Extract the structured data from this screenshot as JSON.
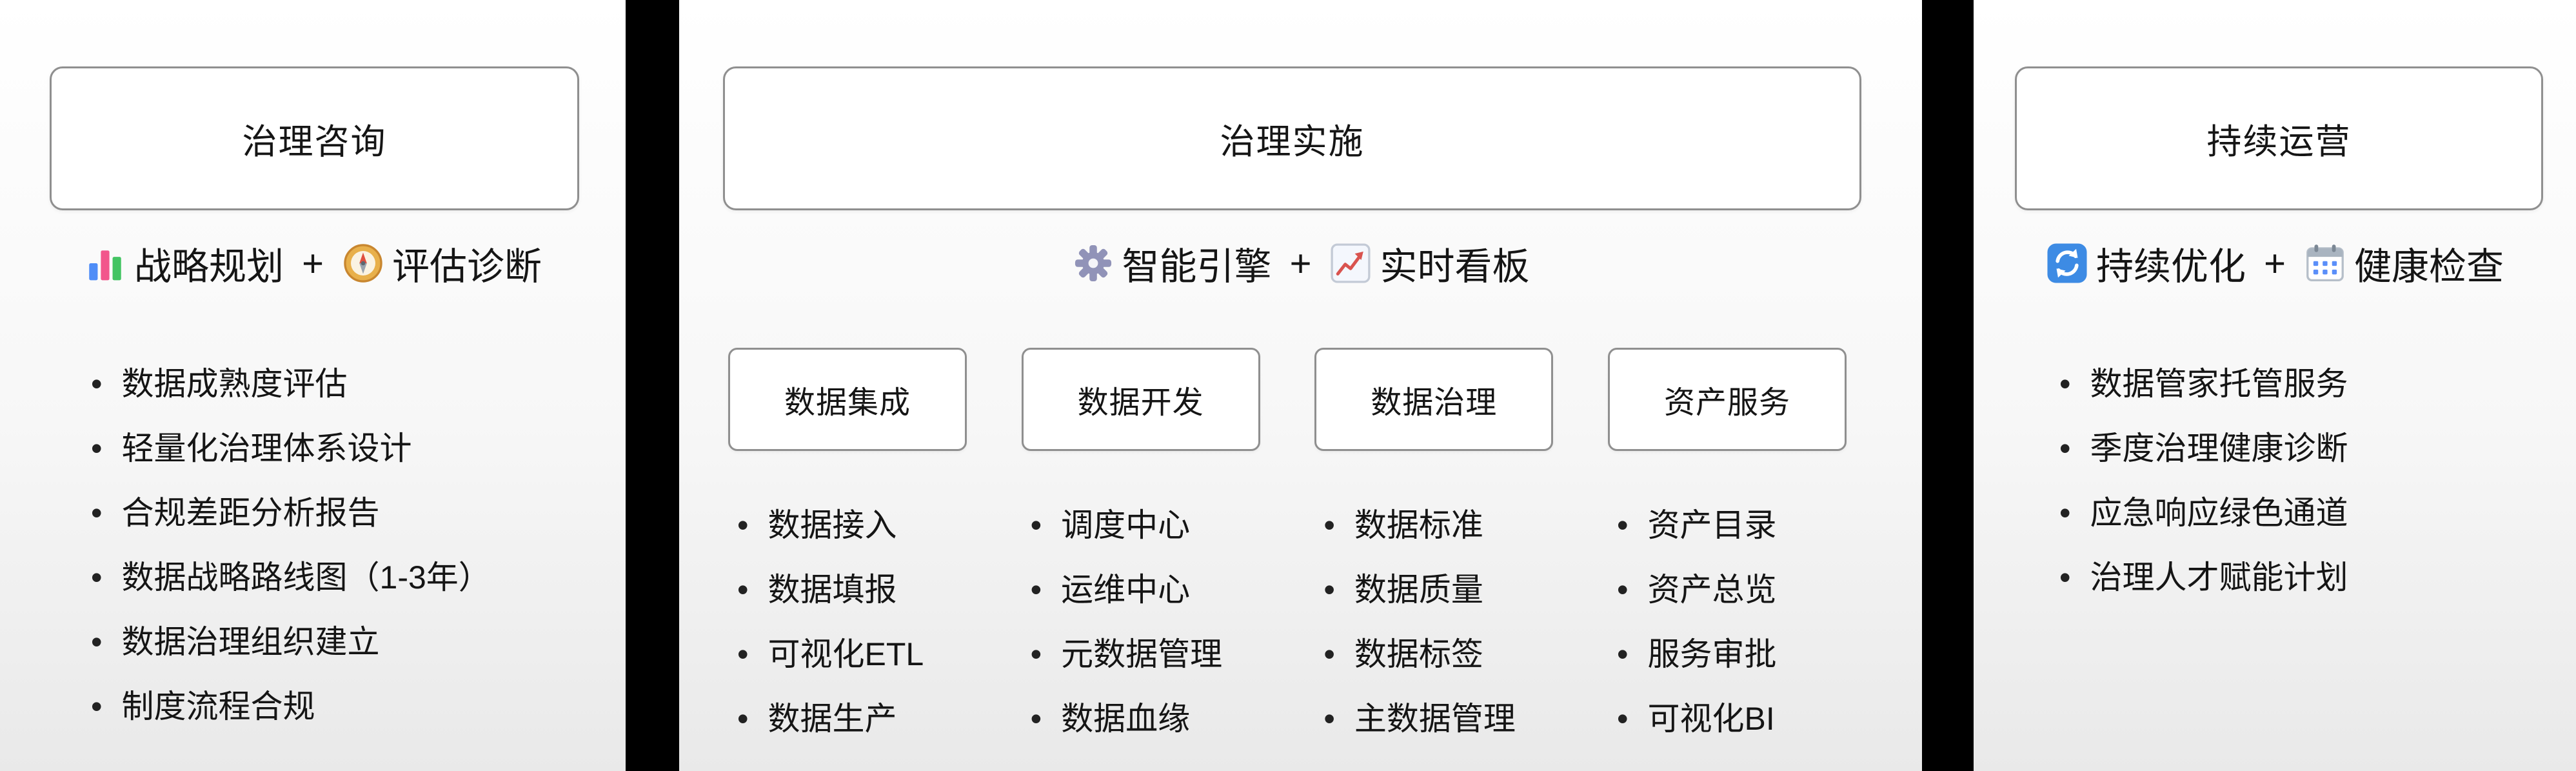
{
  "colors": {
    "divider": "#000000",
    "box_border": "#8f8f8f",
    "text": "#151515",
    "refresh_icon_blue": "#3d8be4",
    "calendar_grid_blue": "#5b8ff9"
  },
  "panels": [
    {
      "id": "consulting",
      "title": "治理咨询",
      "subtitle": {
        "icon1": "bar-chart-icon",
        "label1": "战略规划",
        "plus": "+",
        "icon2": "compass-icon",
        "label2": "评估诊断"
      },
      "items": [
        "数据成熟度评估",
        "轻量化治理体系设计",
        "合规差距分析报告",
        "数据战略路线图（1-3年）",
        "数据治理组织建立",
        "制度流程合规"
      ]
    },
    {
      "id": "implementation",
      "title": "治理实施",
      "subtitle": {
        "icon1": "gear-icon",
        "label1": "智能引擎",
        "plus": "+",
        "icon2": "trend-chart-icon",
        "label2": "实时看板"
      },
      "columns": [
        {
          "header": "数据集成",
          "items": [
            "数据接入",
            "数据填报",
            "可视化ETL",
            "数据生产"
          ]
        },
        {
          "header": "数据开发",
          "items": [
            "调度中心",
            "运维中心",
            "元数据管理",
            "数据血缘"
          ]
        },
        {
          "header": "数据治理",
          "items": [
            "数据标准",
            "数据质量",
            "数据标签",
            "主数据管理"
          ]
        },
        {
          "header": "资产服务",
          "items": [
            "资产目录",
            "资产总览",
            "服务审批",
            "可视化BI"
          ]
        }
      ]
    },
    {
      "id": "operation",
      "title": "持续运营",
      "subtitle": {
        "icon1": "refresh-icon",
        "label1": "持续优化",
        "plus": "+",
        "icon2": "calendar-icon",
        "label2": "健康检查"
      },
      "items": [
        "数据管家托管服务",
        "季度治理健康诊断",
        "应急响应绿色通道",
        "治理人才赋能计划"
      ]
    }
  ]
}
